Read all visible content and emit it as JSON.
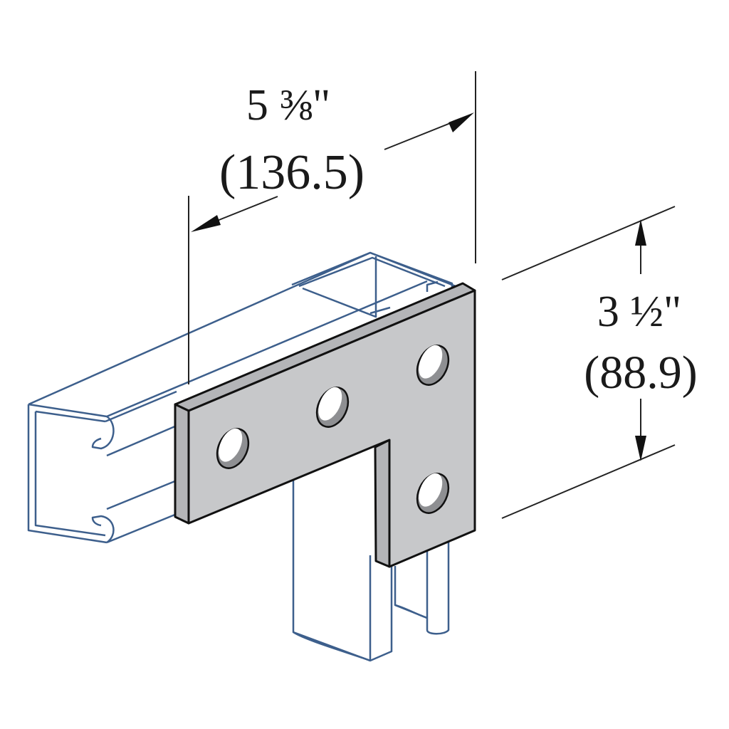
{
  "diagram": {
    "width_dimension": {
      "imperial": "5 ⅜\"",
      "metric": "(136.5)"
    },
    "height_dimension": {
      "imperial": "3 ½\"",
      "metric": "(88.9)"
    },
    "colors": {
      "channel": "#3d5f8c",
      "plate": "#c7c8ca",
      "hole_shadow": "#8e8f92"
    }
  }
}
